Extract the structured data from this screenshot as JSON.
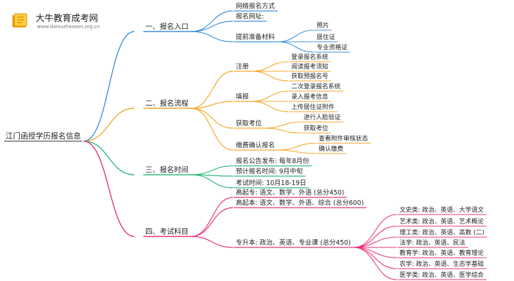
{
  "logo": {
    "name": "大牛教育成考网",
    "url": "www.daniuzhaosen.org.cn"
  },
  "colors": {
    "branch1": "#3b8fe0",
    "branch2": "#f5a623",
    "branch3": "#2cb87a",
    "branch4": "#e8307a",
    "text": "#222222",
    "logo_accent": "#f39c12"
  },
  "root": "江门函授学历报名信息",
  "branches": [
    {
      "label": "一、报名入口",
      "children": [
        {
          "label": "网络报名方式"
        },
        {
          "label": "报名网址:"
        },
        {
          "label": "提前准备材料",
          "children": [
            "照片",
            "居住证",
            "专业资格证"
          ]
        }
      ]
    },
    {
      "label": "二、报名流程",
      "children": [
        {
          "label": "注册",
          "children": [
            "登录报名系统",
            "阅读报考须知",
            "获取预报名号"
          ]
        },
        {
          "label": "填报",
          "children": [
            "二次登录报名系统",
            "录入报考信息",
            "上传居住证附件"
          ]
        },
        {
          "label": "获取考位",
          "children": [
            "进行人脸验证",
            "获取考位"
          ]
        },
        {
          "label": "缴费确认报名",
          "children": [
            "查看附件审核状态",
            "确认缴费"
          ]
        }
      ]
    },
    {
      "label": "三、报名时间",
      "children": [
        {
          "label": "报名公告发布: 每年8月份"
        },
        {
          "label": "预计报名时间: 9月中旬"
        },
        {
          "label": "考试时间: 10月18-19日"
        }
      ]
    },
    {
      "label": "四、考试科目",
      "children": [
        {
          "label": "高起专: 语文、数学、外语 (总分450)"
        },
        {
          "label": "高起本: 语文、数学、外语、综合 (总分600)"
        },
        {
          "label": "专升本: 政治、英语、专业课 (总分450)",
          "children": [
            "文史类: 政治、英语、大学语文",
            "艺术类: 政治、英语、艺术概论",
            "理工类: 政治、英语、高数 (二)",
            "法学: 政治、英语、民法",
            "教育学: 政治、英语、教育理论",
            "农学: 政治、英语、生态学基础",
            "医学类: 政治、英语、医学综合"
          ]
        }
      ]
    }
  ]
}
